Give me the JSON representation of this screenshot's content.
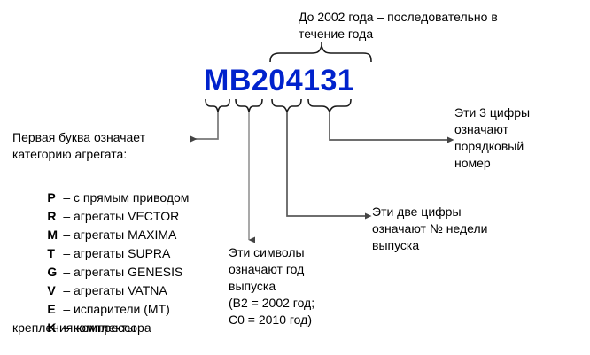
{
  "diagram": {
    "title_code": "MB204131",
    "code_color": "#0022cc",
    "top_note": "До 2002 года – последовательно в\nтечение года",
    "left_block": {
      "heading": "Первая буква означает\nкатегорию агрегата:",
      "items": [
        {
          "key": "P",
          "desc": "– с прямым приводом"
        },
        {
          "key": "R",
          "desc": "– агрегаты VECTOR"
        },
        {
          "key": "M",
          "desc": "– агрегаты MAXIMA"
        },
        {
          "key": "T",
          "desc": "– агрегаты SUPRA"
        },
        {
          "key": "G",
          "desc": "– агрегаты GENESIS"
        },
        {
          "key": "V",
          "desc": "– агрегаты VATNA"
        },
        {
          "key": "E",
          "desc": "– испарители (МТ)"
        },
        {
          "key": "K",
          "desc": "– комплекты"
        }
      ],
      "items_tail": "крепления компрессора"
    },
    "right_top_note": "Эти 3 цифры\nозначают\nпорядковый\nномер",
    "right_mid_note": "Эти две цифры\nозначают № недели\nвыпуска",
    "bottom_mid_note": "Эти символы\nозначают год\nвыпуска\n(B2 = 2002 год;\nC0 = 2010 год)",
    "segments": [
      {
        "name": "letter-category",
        "chars": "M"
      },
      {
        "name": "year-code",
        "chars": "B2"
      },
      {
        "name": "week-number",
        "chars": "04"
      },
      {
        "name": "serial-number",
        "chars": "131"
      }
    ]
  }
}
